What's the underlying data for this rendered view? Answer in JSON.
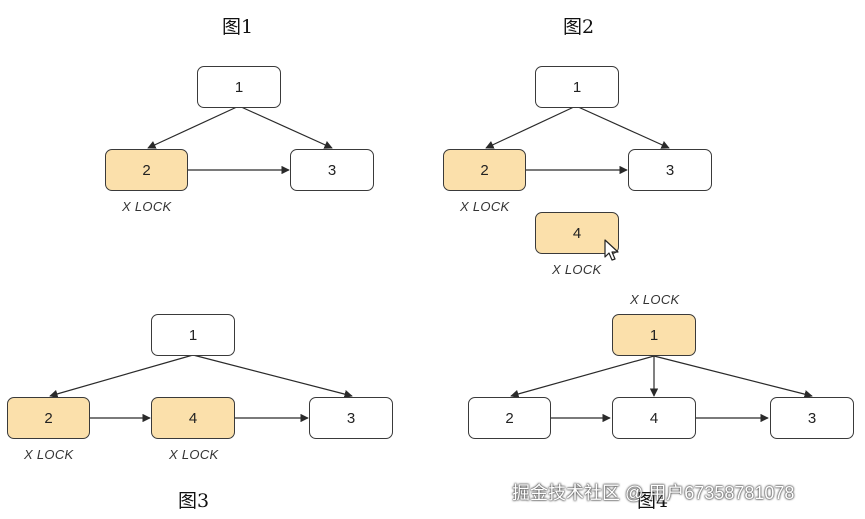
{
  "figures": [
    {
      "title": "图1"
    },
    {
      "title": "图2"
    },
    {
      "title": "图3"
    },
    {
      "title": "图4"
    }
  ],
  "nodes": {
    "f1_n1": {
      "label": "1",
      "locked": false
    },
    "f1_n2": {
      "label": "2",
      "locked": true
    },
    "f1_n3": {
      "label": "3",
      "locked": false
    },
    "f2_n1": {
      "label": "1",
      "locked": false
    },
    "f2_n2": {
      "label": "2",
      "locked": true
    },
    "f2_n3": {
      "label": "3",
      "locked": false
    },
    "f2_n4": {
      "label": "4",
      "locked": true
    },
    "f3_n1": {
      "label": "1",
      "locked": false
    },
    "f3_n2": {
      "label": "2",
      "locked": true
    },
    "f3_n4": {
      "label": "4",
      "locked": true
    },
    "f3_n3": {
      "label": "3",
      "locked": false
    },
    "f4_n1": {
      "label": "1",
      "locked": true
    },
    "f4_n2": {
      "label": "2",
      "locked": false
    },
    "f4_n4": {
      "label": "4",
      "locked": false
    },
    "f4_n3": {
      "label": "3",
      "locked": false
    }
  },
  "lock_label": "X LOCK",
  "colors": {
    "locked_fill": "#fbe0ab",
    "unlocked_fill": "#ffffff",
    "stroke": "#3a3a3a"
  },
  "watermark": "掘金技术社区 @ 用户67358781078"
}
